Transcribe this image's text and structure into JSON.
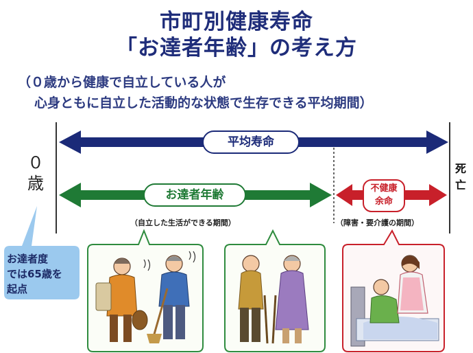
{
  "title": {
    "line1": "市町別健康寿命",
    "line2": "「お達者年齢」の考え方"
  },
  "subtitle": {
    "line1": "（０歳から健康で自立している人が",
    "line2": "心身ともに自立した活動的な状態で生存できる平均期間）"
  },
  "timeline": {
    "start_top": "０",
    "start_bottom": "歳",
    "end_top": "死",
    "end_bottom": "亡"
  },
  "arrows": {
    "life_expectancy": "平均寿命",
    "healthy_years": "お達者年齢",
    "unhealthy_line1": "不健康",
    "unhealthy_line2": "余命"
  },
  "descriptions": {
    "healthy": "（自立した生活ができる期間）",
    "unhealthy": "（障害・要介護の期間）"
  },
  "callout": {
    "line1": "お達者度",
    "line2": "では65歳を",
    "line3": "起点"
  },
  "colors": {
    "navy": "#1b2a78",
    "green": "#1f7a35",
    "red": "#c8202a",
    "callout_blue": "#9bc9ee"
  }
}
